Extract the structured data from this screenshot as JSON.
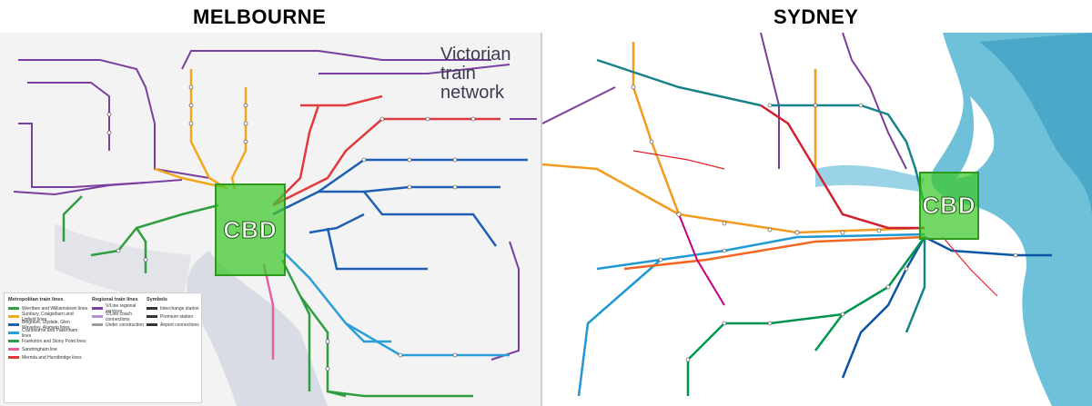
{
  "headings": {
    "melbourne": "MELBOURNE",
    "sydney": "SYDNEY"
  },
  "melbourne_map": {
    "brand_line1": "Victorian",
    "brand_line2": "train network",
    "cbd_label": "CBD",
    "legend": {
      "metro_title": "Metropolitan train lines",
      "regional_title": "Regional train lines",
      "symbols_title": "Symbols",
      "metro_lines": [
        {
          "label": "Werribee and Williamstown lines",
          "color": "#2f9e41"
        },
        {
          "label": "Sunbury, Craigieburn and Upfield lines",
          "color": "#f2a81d"
        },
        {
          "label": "Belgrave, Lilydale, Glen Waverley, Alamein lines",
          "color": "#1e5fb4"
        },
        {
          "label": "Cranbourne and Pakenham lines",
          "color": "#2a9fd6"
        },
        {
          "label": "Frankston and Stony Point lines",
          "color": "#2f9e41"
        },
        {
          "label": "Sandringham line",
          "color": "#e85fa0"
        },
        {
          "label": "Mernda and Hurstbridge lines",
          "color": "#e03a3e"
        }
      ],
      "regional_lines": [
        {
          "label": "V/Line regional services",
          "color": "#7b3fa0"
        },
        {
          "label": "V/Line coach connections",
          "color": "#b58fd0"
        },
        {
          "label": "Under construction",
          "color": "#9c9c9c"
        }
      ],
      "symbols": [
        {
          "label": "Interchange station",
          "color": "#333333"
        },
        {
          "label": "Premium station",
          "color": "#333333"
        },
        {
          "label": "Airport connections",
          "color": "#333333"
        }
      ]
    },
    "line_colors": {
      "regional": "#7b3fa0",
      "craigieburn": "#f2a81d",
      "mernda": "#e03a3e",
      "belgrave": "#1e5fb4",
      "pakenham": "#2a9fd6",
      "frankston": "#2f9e41",
      "sandringham": "#e85fa0",
      "werribee": "#2f9e41"
    }
  },
  "sydney_map": {
    "cbd_label": "CBD",
    "line_colors": {
      "t1": "#f39b1f",
      "t2": "#1f98d3",
      "t3": "#f26522",
      "t4": "#0c55a6",
      "t5": "#c5007a",
      "t8": "#00954c",
      "t9": "#d11f2f",
      "metro": "#168388",
      "light_rail": "#e4222b",
      "regional": "#7e3d97",
      "water": "#6fc0d9"
    }
  }
}
